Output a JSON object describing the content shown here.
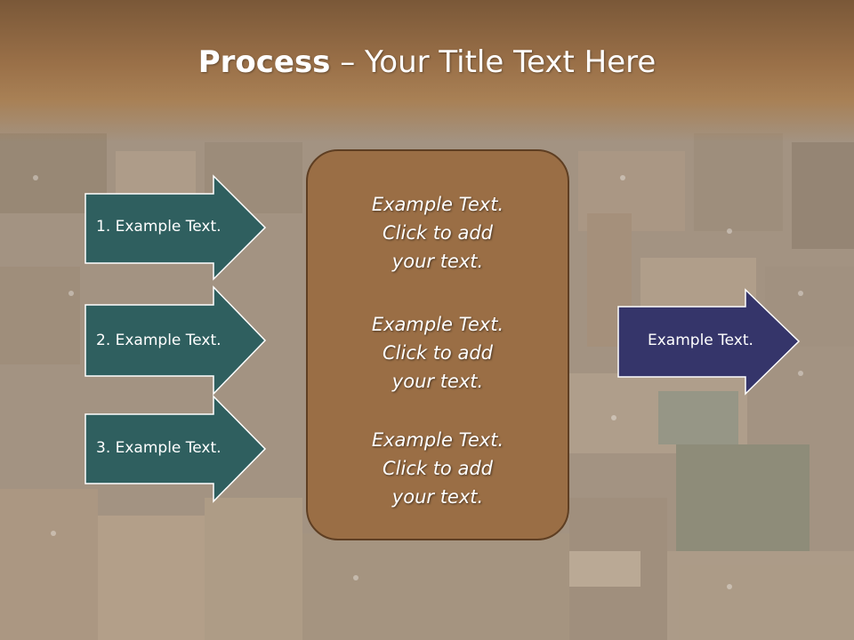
{
  "slide": {
    "title_bold": "Process",
    "title_rest": " – Your Title Text Here",
    "left_items": [
      {
        "label": "1. Example Text."
      },
      {
        "label": "2. Example Text."
      },
      {
        "label": "3. Example Text."
      }
    ],
    "center_paragraphs": [
      {
        "line1": "Example Text.",
        "line2": "Click  to add",
        "line3": "your text."
      },
      {
        "line1": "Example Text.",
        "line2": "Click  to add",
        "line3": "your text."
      },
      {
        "line1": "Example Text.",
        "line2": "Click  to add",
        "line3": "your text."
      }
    ],
    "right_item": {
      "label": "Example Text."
    }
  },
  "colors": {
    "left_arrow_fill": "#2f5f5f",
    "right_arrow_fill": "#35356a",
    "center_box_fill": "#9a6e45",
    "title_band": "#9a7048"
  }
}
